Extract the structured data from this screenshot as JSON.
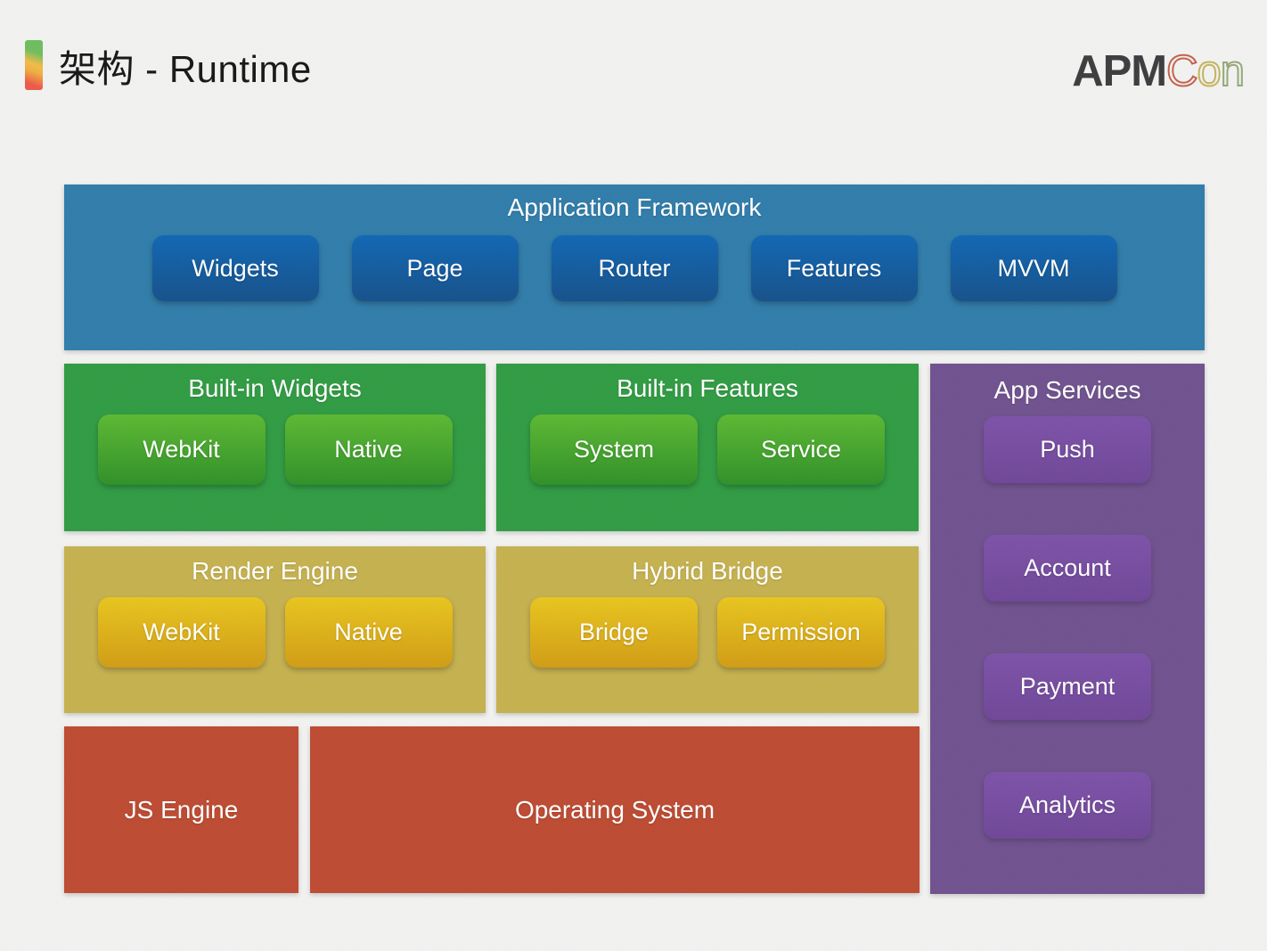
{
  "header": {
    "title": "架构 - Runtime",
    "logo": {
      "solid": "APM",
      "outline": [
        "C",
        "o",
        "n"
      ]
    }
  },
  "colors": {
    "background": "#f2f2f1",
    "blue_panel": "#2f7caa",
    "green_panel": "#2f9b42",
    "yellow_panel": "#c5b14e",
    "red_panel": "#bd4a31",
    "purple_panel": "#6f518e",
    "accent_green": "#6ebd5e",
    "accent_yellow": "#f2bc45",
    "accent_red": "#ec5848"
  },
  "diagram": {
    "application_framework": {
      "title": "Application Framework",
      "items": [
        "Widgets",
        "Page",
        "Router",
        "Features",
        "MVVM"
      ]
    },
    "built_in_widgets": {
      "title": "Built-in Widgets",
      "items": [
        "WebKit",
        "Native"
      ]
    },
    "built_in_features": {
      "title": "Built-in Features",
      "items": [
        "System",
        "Service"
      ]
    },
    "render_engine": {
      "title": "Render Engine",
      "items": [
        "WebKit",
        "Native"
      ]
    },
    "hybrid_bridge": {
      "title": "Hybrid Bridge",
      "items": [
        "Bridge",
        "Permission"
      ]
    },
    "js_engine": {
      "title": "JS Engine"
    },
    "operating_system": {
      "title": "Operating System"
    },
    "app_services": {
      "title": "App Services",
      "items": [
        "Push",
        "Account",
        "Payment",
        "Analytics"
      ]
    }
  }
}
